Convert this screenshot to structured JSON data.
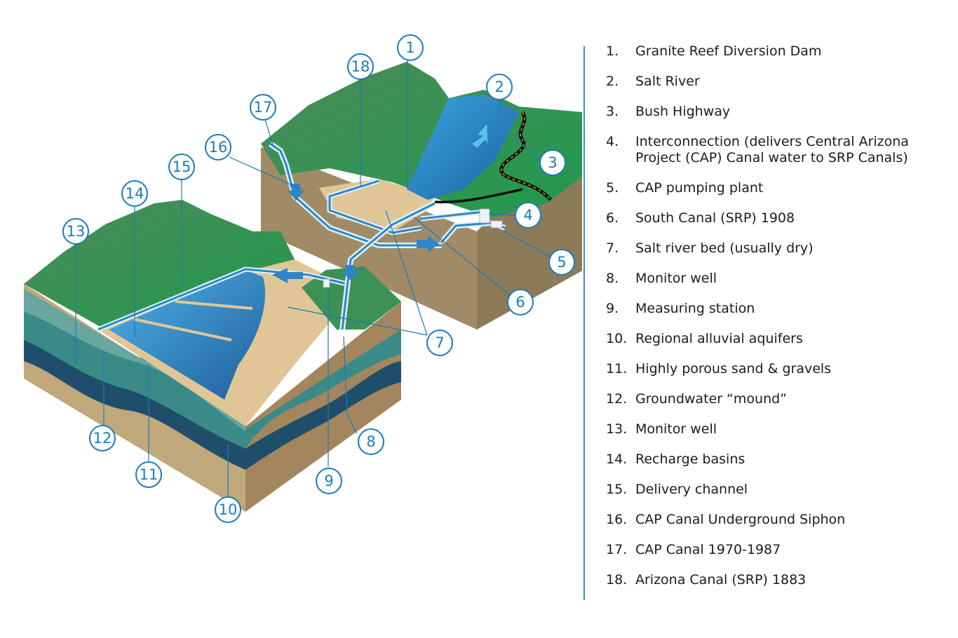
{
  "colors": {
    "accent_blue": "#1a7bb9",
    "hill_green": "#2f8f4e",
    "sand": "#e3c898",
    "water": "#2e86c8",
    "soil": "#b79e74",
    "aquifer": "#3f8f8c"
  },
  "callouts": [
    {
      "n": "1"
    },
    {
      "n": "2"
    },
    {
      "n": "3"
    },
    {
      "n": "4"
    },
    {
      "n": "5"
    },
    {
      "n": "6"
    },
    {
      "n": "7"
    },
    {
      "n": "8"
    },
    {
      "n": "9"
    },
    {
      "n": "10"
    },
    {
      "n": "11"
    },
    {
      "n": "12"
    },
    {
      "n": "13"
    },
    {
      "n": "14"
    },
    {
      "n": "15"
    },
    {
      "n": "16"
    },
    {
      "n": "17"
    },
    {
      "n": "18"
    }
  ],
  "legend": {
    "items": [
      {
        "num": "1.",
        "label": "Granite Reef Diversion Dam"
      },
      {
        "num": "2.",
        "label": "Salt River"
      },
      {
        "num": "3.",
        "label": "Bush Highway"
      },
      {
        "num": "4.",
        "label": "Interconnection (delivers Central Arizona Project (CAP) Canal water to SRP Canals)"
      },
      {
        "num": "5.",
        "label": "CAP pumping plant"
      },
      {
        "num": "6.",
        "label": "South Canal (SRP) 1908"
      },
      {
        "num": "7.",
        "label": "Salt river bed (usually dry)"
      },
      {
        "num": "8.",
        "label": "Monitor well"
      },
      {
        "num": "9.",
        "label": "Measuring station"
      },
      {
        "num": "10.",
        "label": "Regional alluvial aquifers"
      },
      {
        "num": "11.",
        "label": "Highly porous sand & gravels"
      },
      {
        "num": "12.",
        "label": "Groundwater “mound”"
      },
      {
        "num": "13.",
        "label": "Monitor well"
      },
      {
        "num": "14.",
        "label": "Recharge basins"
      },
      {
        "num": "15.",
        "label": "Delivery channel"
      },
      {
        "num": "16.",
        "label": "CAP Canal Underground Siphon"
      },
      {
        "num": "17.",
        "label": "CAP Canal 1970-1987"
      },
      {
        "num": "18.",
        "label": "Arizona Canal (SRP) 1883"
      }
    ]
  }
}
